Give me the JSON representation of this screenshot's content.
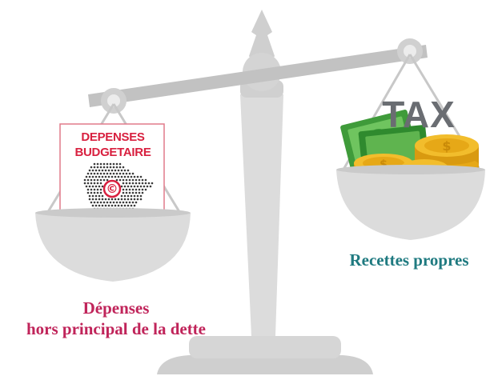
{
  "document_card": {
    "line1": "DEPENSES",
    "line2": "BUDGETAIRE",
    "seal_symbol": "©"
  },
  "tax_label": "TAX",
  "left_pan_caption": {
    "line1": "Dépenses",
    "line2": "hors principal de la dette"
  },
  "right_pan_caption": "Recettes propres",
  "colors": {
    "scale_body": "#d9d9d9",
    "scale_dark": "#c4c4c4",
    "left_caption": "#c0245a",
    "right_caption": "#1f7a80",
    "document_red": "#d8203f",
    "coin_gold": "#e6a817",
    "banknote_green": "#3f9b3a"
  },
  "icons": [
    "balance-scale-icon",
    "budget-document-icon",
    "money-coins-icon",
    "banknote-icon"
  ]
}
